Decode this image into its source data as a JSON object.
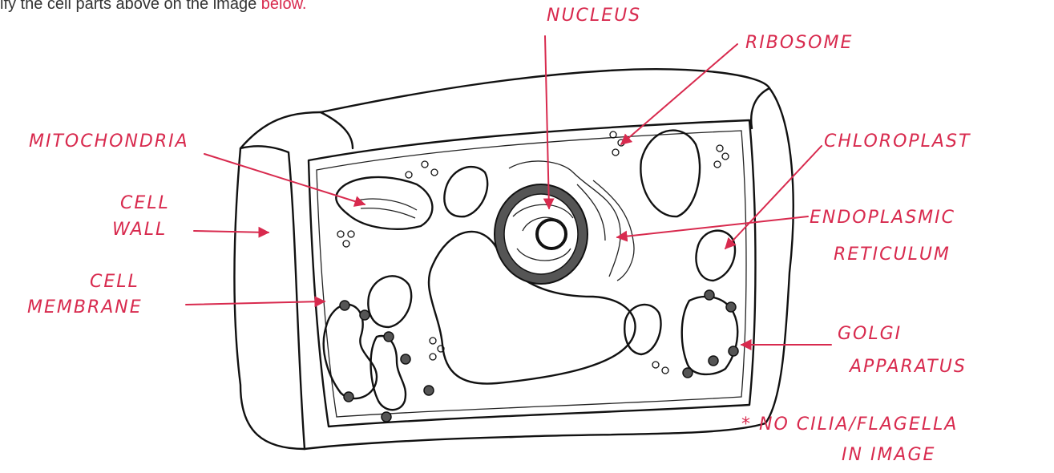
{
  "instruction": {
    "text": "ify the cell parts above on the image",
    "highlight": "below."
  },
  "labels": {
    "nucleus": "NUCLEUS",
    "ribosome": "RIBOSOME",
    "mitochondria": "MITOCHONDRIA",
    "chloroplast": "CHLOROPLAST",
    "cell_wall_1": "CELL",
    "cell_wall_2": "WALL",
    "er_1": "ENDOPLASMIC",
    "er_2": "RETICULUM",
    "membrane_1": "CELL",
    "membrane_2": "MEMBRANE",
    "golgi_1": "GOLGI",
    "golgi_2": "APPARATUS",
    "note_1": "* NO CILIA/FLAGELLA",
    "note_2": "IN IMAGE"
  },
  "colors": {
    "annotation": "#d82a4e",
    "ink": "#111111",
    "shade": "#555555"
  }
}
